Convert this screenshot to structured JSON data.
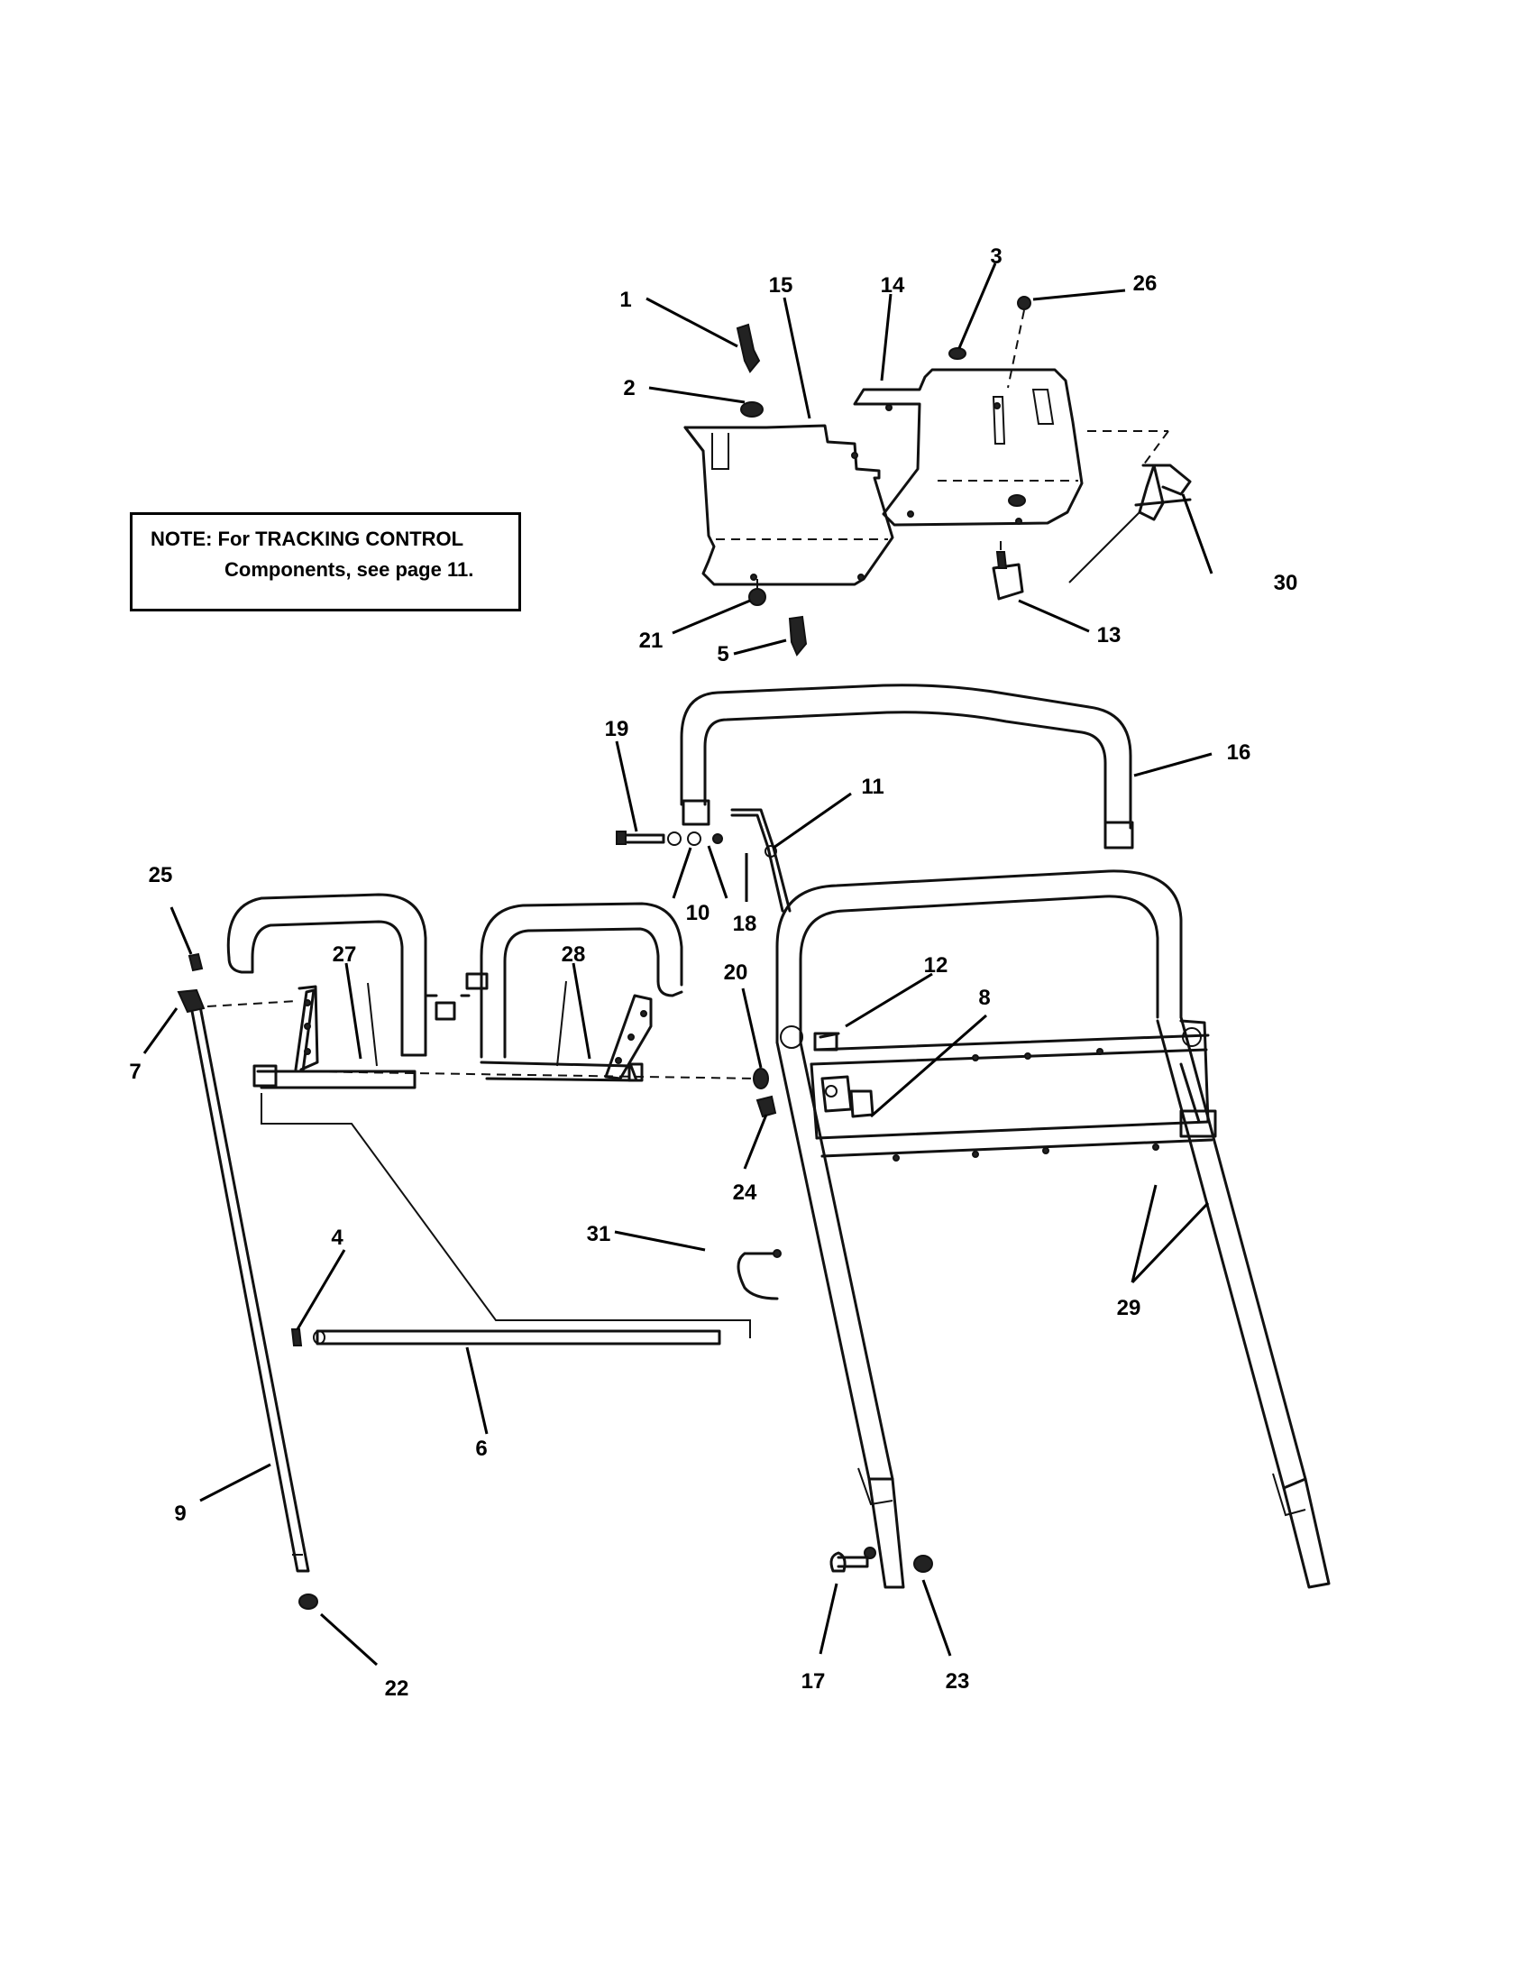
{
  "note": {
    "line1": "NOTE: For TRACKING CONTROL",
    "line2": "Components, see page 11."
  },
  "callouts": [
    "1",
    "2",
    "3",
    "4",
    "5",
    "6",
    "7",
    "8",
    "9",
    "10",
    "11",
    "12",
    "13",
    "14",
    "15",
    "16",
    "17",
    "18",
    "19",
    "20",
    "21",
    "22",
    "23",
    "24",
    "25",
    "26",
    "27",
    "28",
    "29",
    "30",
    "31"
  ]
}
